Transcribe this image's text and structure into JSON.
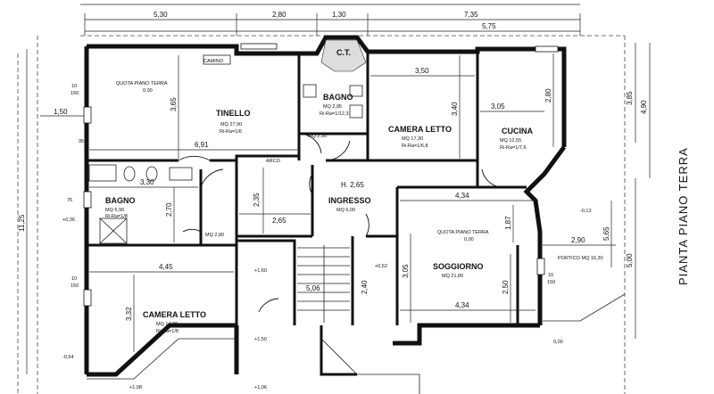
{
  "plan_title": "PIANTA PIANO TERRA",
  "top_dimensions": {
    "row1": [
      "5,30",
      "2,80",
      "1,30",
      "7,35"
    ],
    "row2": "5,75"
  },
  "right_dimensions": [
    "3,85",
    "4,90",
    "5,00"
  ],
  "left_dimensions": [
    "1,50",
    "11,25"
  ],
  "rooms": {
    "tinello": {
      "name": "TINELLO",
      "area": "MQ 27,90",
      "ratio": "Ri-Ra=1/6",
      "dim_h": "3,65",
      "dim_w": "6,91",
      "note": "QUOTA PIANO TERRA",
      "level": "0,00",
      "camino": "CAMINO"
    },
    "bagno_top": {
      "name": "BAGNO",
      "area": "MQ 2,95",
      "ratio": "Ri-Ra=1/12,3",
      "dim": "MQ 2,30"
    },
    "ct": {
      "name": "C.T."
    },
    "camera_letto_top": {
      "name": "CAMERA LETTO",
      "area": "MQ 17,30",
      "ratio": "Ri-Ra=1/6,8",
      "dim_w": "3,50",
      "dim_h": "3,40"
    },
    "cucina": {
      "name": "CUCINA",
      "area": "MQ 12,55",
      "ratio": "Ri-Ra=1/7,6",
      "dim_w": "3,05",
      "dim_h": "2,80"
    },
    "bagno_left": {
      "name": "BAGNO",
      "area": "MQ 6,90",
      "ratio": "Ri-Ra=1/8",
      "dim_w": "3,30",
      "dim_h": "2,70"
    },
    "disimpegno": {
      "dim_h": "2,35",
      "dim_w": "2,65",
      "area": "MQ 2,80",
      "arco": "ARCO"
    },
    "ingresso": {
      "name": "INGRESSO",
      "area": "MQ 6,00",
      "height": "H. 2,65"
    },
    "soggiorno": {
      "name": "SOGGIORNO",
      "area": "MQ 21,80",
      "dim_w": "4,34",
      "dim_w2": "4,34",
      "dim_h": "3,05",
      "dim_h2": "2,50",
      "dim_h3": "1,87",
      "note": "QUOTA PIANO TERRA",
      "level": "0,00"
    },
    "camera_letto_bottom": {
      "name": "CAMERA LETTO",
      "area": "MQ 14,80",
      "ratio": "Ri-Ra=1/8",
      "dim_w": "4,45",
      "dim_h": "3,32"
    },
    "portico": {
      "label": "PORTICO MQ 16,30",
      "dim_w": "2,90",
      "dim_h": "5,65",
      "level": "0,00"
    },
    "stair": {
      "dim1": "5,06",
      "dim2": "2,40",
      "level1": "+1,60",
      "level2": "+0,52",
      "level3": "+1,50"
    }
  },
  "levels": [
    "+0,36",
    "-0,13",
    "-0,54",
    "+1,08",
    "+1,06",
    "0,00"
  ],
  "window_marks": [
    "10",
    "150",
    "10",
    "150",
    "10",
    "150",
    "10",
    "150"
  ],
  "misc": {
    "left_95": "95",
    "left_75": "75"
  }
}
